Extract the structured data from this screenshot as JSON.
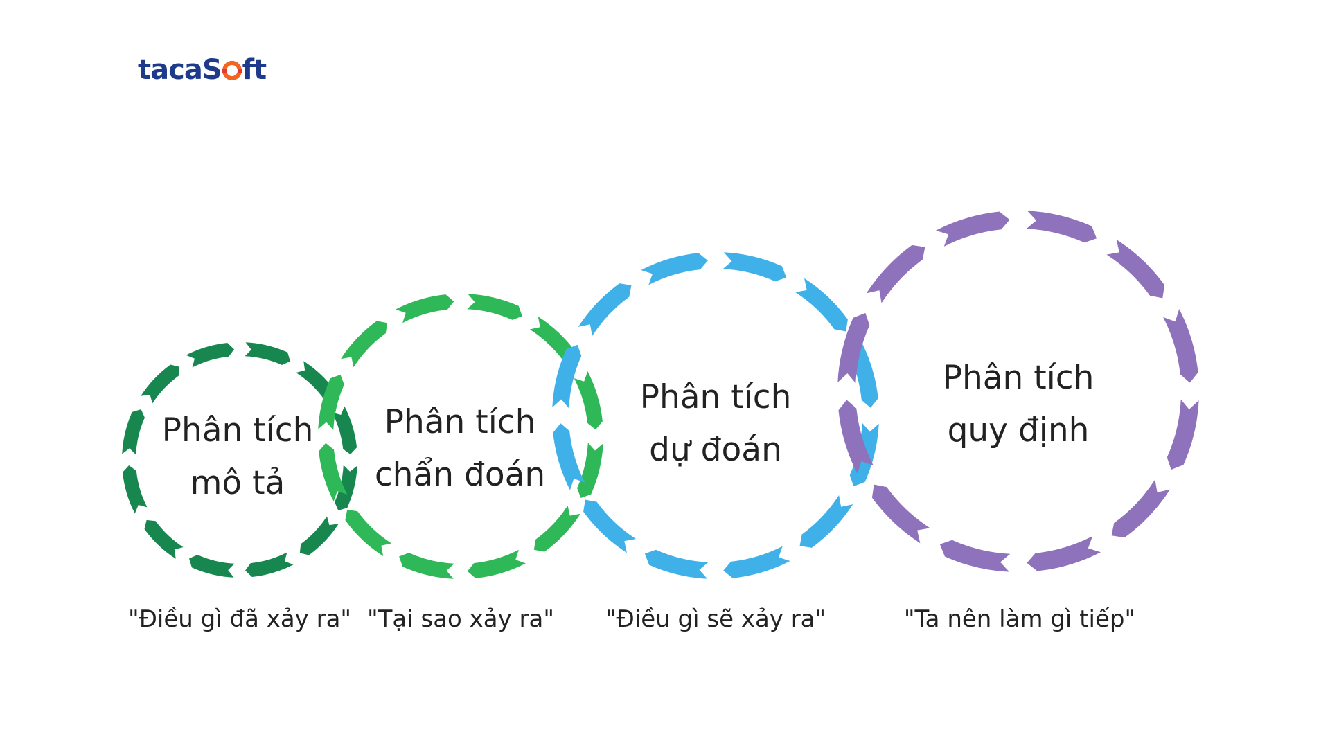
{
  "logo": {
    "part1": "taca",
    "part2": "S",
    "part3": "ft",
    "colors": {
      "text": "#1e3a8a",
      "accent_orange": "#f26522",
      "accent_red": "#e53935"
    }
  },
  "stages": [
    {
      "title_line1": "Phân tích",
      "title_line2": "mô tả",
      "caption": "\"Điều gì đã xảy ra\"",
      "color": "#17874f"
    },
    {
      "title_line1": "Phân tích",
      "title_line2": "chẩn đoán",
      "caption": "\"Tại sao xảy ra\"",
      "color": "#2fb857"
    },
    {
      "title_line1": "Phân tích",
      "title_line2": "dự đoán",
      "caption": "\"Điều gì sẽ xảy ra\"",
      "color": "#3fb0e8"
    },
    {
      "title_line1": "Phân tích",
      "title_line2": "quy định",
      "caption": "\"Ta nên làm gì tiếp\"",
      "color": "#8e72bb"
    }
  ]
}
